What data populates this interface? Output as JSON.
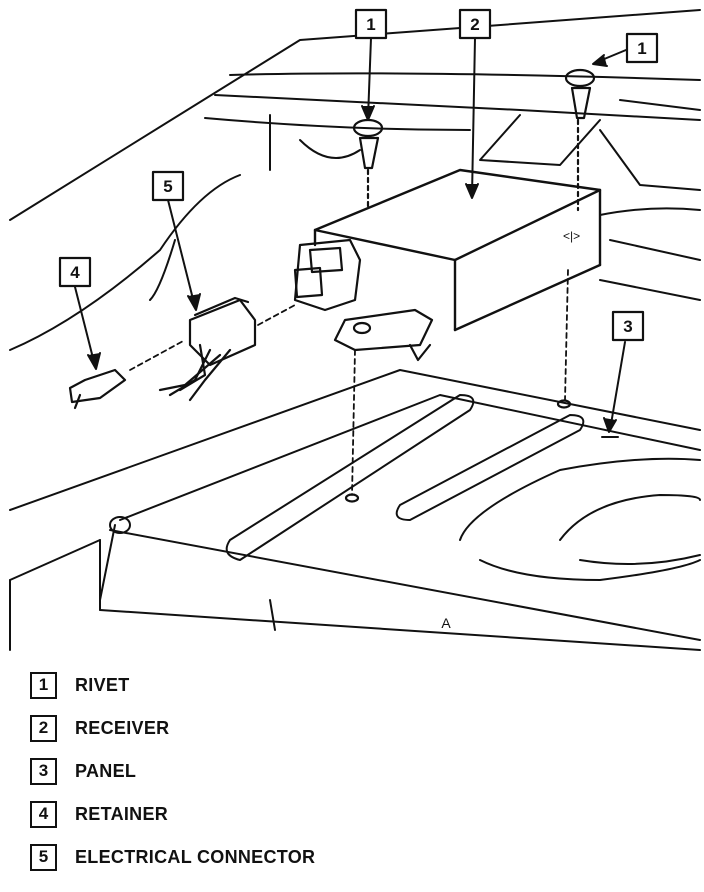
{
  "callouts": [
    {
      "number": "1",
      "label": "RIVET"
    },
    {
      "number": "2",
      "label": "RECEIVER"
    },
    {
      "number": "3",
      "label": "PANEL"
    },
    {
      "number": "4",
      "label": "RETAINER"
    },
    {
      "number": "5",
      "label": "ELECTRICAL CONNECTOR"
    }
  ],
  "view_marker": "A"
}
